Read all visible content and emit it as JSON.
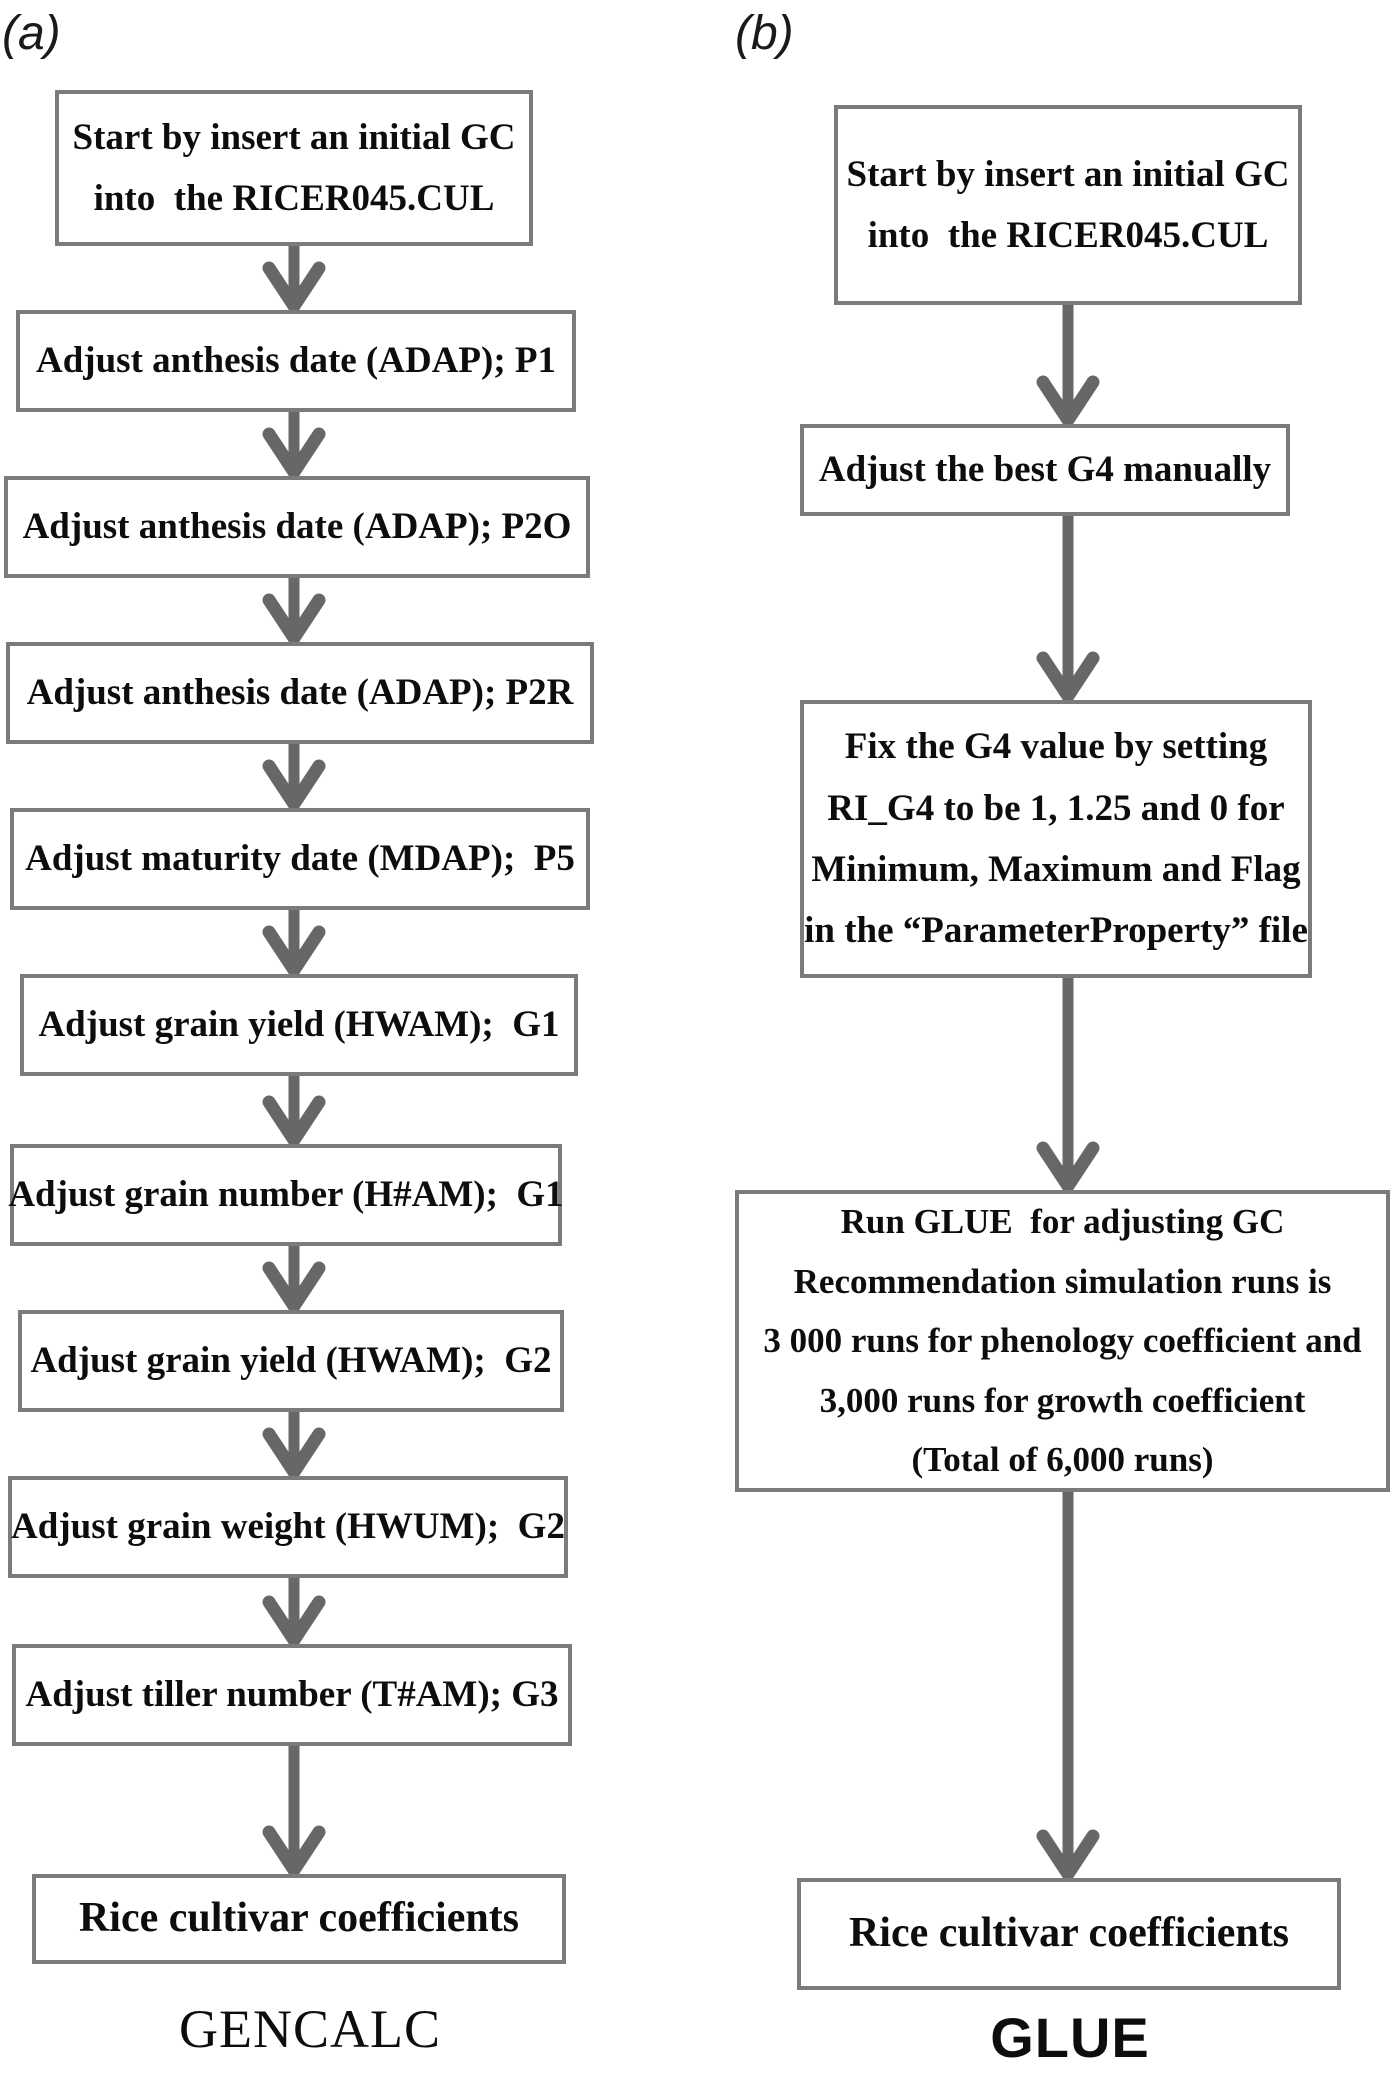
{
  "figure": {
    "panel_a": {
      "label": "(a)",
      "title": "GENCALC",
      "steps": [
        "Start by insert an initial GC\ninto  the RICER045.CUL",
        "Adjust anthesis date (ADAP); P1",
        "Adjust anthesis date (ADAP); P2O",
        "Adjust anthesis date (ADAP); P2R",
        "Adjust maturity date (MDAP);  P5",
        "Adjust grain yield (HWAM);  G1",
        "Adjust grain number (H#AM);  G1",
        "Adjust grain yield (HWAM);  G2",
        "Adjust grain weight (HWUM);  G2",
        "Adjust tiller number (T#AM); G3",
        "Rice cultivar coefficients"
      ]
    },
    "panel_b": {
      "label": "(b)",
      "title": "GLUE",
      "steps": [
        "Start by insert an initial GC\ninto  the RICER045.CUL",
        "Adjust the best G4 manually",
        "Fix the G4 value by setting\nRI_G4 to be 1, 1.25 and 0 for\nMinimum, Maximum and Flag\nin the “ParameterProperty” file",
        "Run GLUE  for adjusting GC\nRecommendation simulation runs is\n3 000 runs for phenology coefficient and\n3,000 runs for growth coefficient\n(Total of 6,000 runs)",
        "Rice cultivar coefficients"
      ]
    },
    "colors": {
      "box_border": "#7b7b7b",
      "arrow": "#676767",
      "text": "#0d0d0d",
      "background": "#ffffff"
    }
  }
}
